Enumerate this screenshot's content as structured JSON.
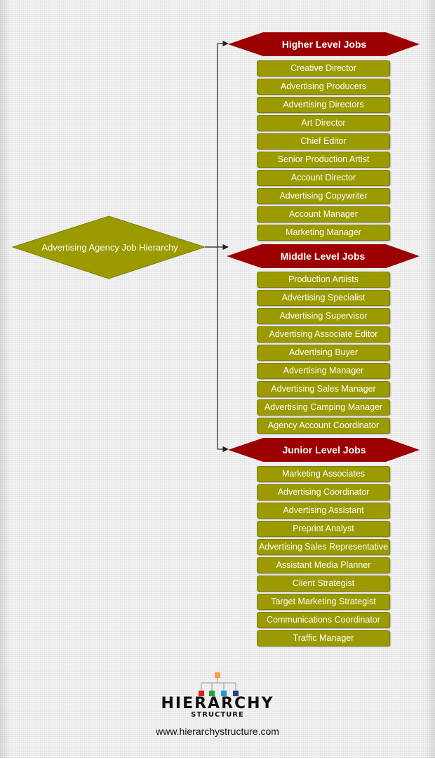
{
  "root": "Advertising Agency Job Hierarchy",
  "levels": [
    {
      "title": "Higher Level Jobs",
      "jobs": [
        "Creative Director",
        "Advertising Producers",
        "Advertising Directors",
        "Art Director",
        "Chief Editor",
        "Senior Production Artist",
        "Account Director",
        "Advertising Copywriter",
        "Account Manager",
        "Marketing Manager"
      ]
    },
    {
      "title": "Middle Level Jobs",
      "jobs": [
        "Production Artiists",
        "Advertising Specialist",
        "Advertising Supervisor",
        "Advertising Associate Editor",
        "Advertising Buyer",
        "Advertising Manager",
        "Advertising Sales Manager",
        "Advertising Camping Manager",
        "Agency Account Coordinator"
      ]
    },
    {
      "title": "Junior Level Jobs",
      "jobs": [
        "Marketing Associates",
        "Advertising Coordinator",
        "Advertising Assistant",
        "Preprint Analyst",
        "Advertising Sales Representative",
        "Assistant Media Planner",
        "Client Strategist",
        "Target Marketing Strategist",
        "Communications Coordinator",
        "Traffic Manager"
      ]
    }
  ],
  "logo": {
    "title": "HIERARCHY",
    "subtitle": "STRUCTURE"
  },
  "website": "www.hierarchystructure.com",
  "colors": {
    "job_fill": "#9b9b00",
    "level_fill": "#9c0000",
    "root_fill": "#9b9b00"
  }
}
